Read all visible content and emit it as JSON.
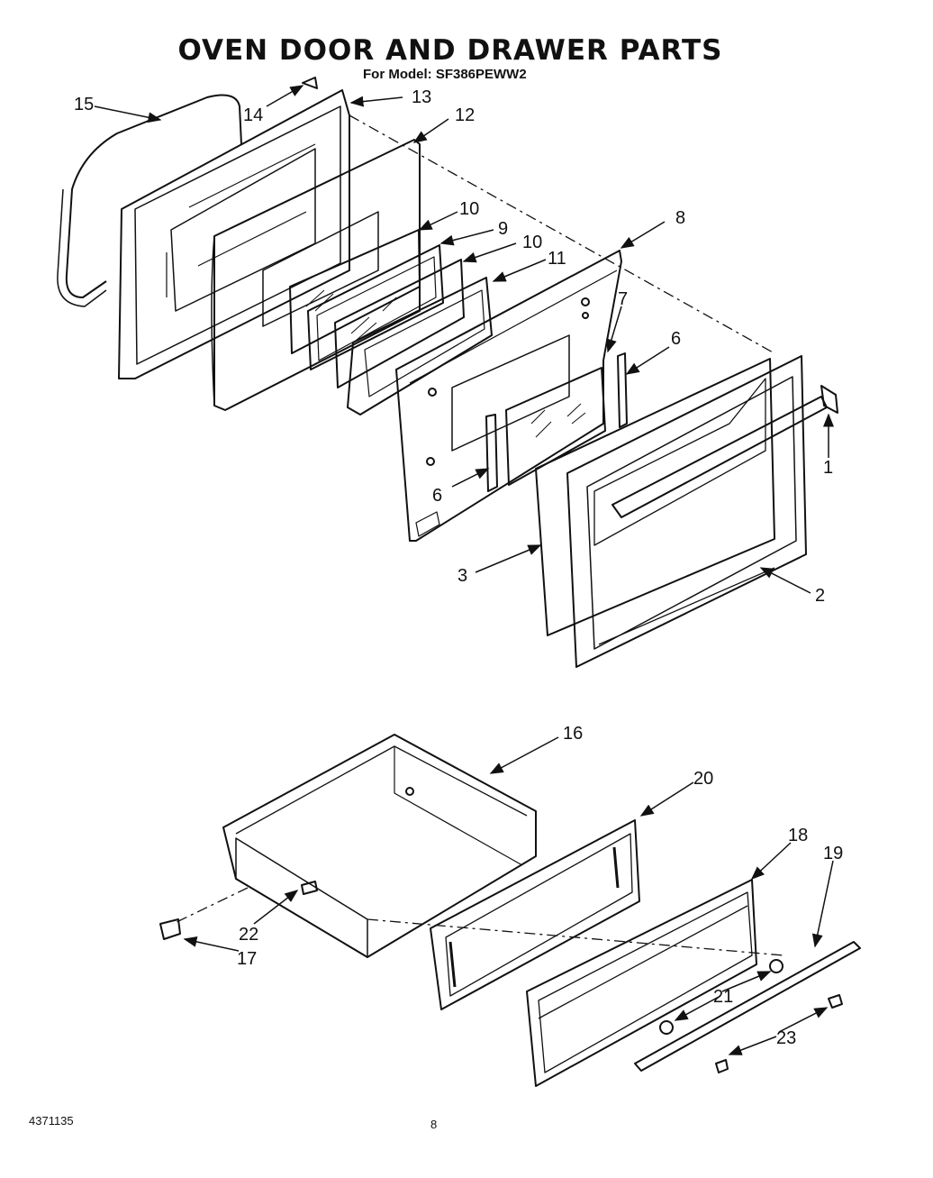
{
  "title": "OVEN DOOR AND DRAWER PARTS",
  "subtitle": "For Model: SF386PEWW2",
  "document_number": "4371135",
  "page_number": "8",
  "callouts": {
    "c1": "1",
    "c2": "2",
    "c3": "3",
    "c6a": "6",
    "c6b": "6",
    "c7": "7",
    "c8": "8",
    "c9": "9",
    "c10a": "10",
    "c10b": "10",
    "c11": "11",
    "c12": "12",
    "c13": "13",
    "c14": "14",
    "c15": "15",
    "c16": "16",
    "c17": "17",
    "c18": "18",
    "c19": "19",
    "c20": "20",
    "c21": "21",
    "c22": "22",
    "c23": "23"
  }
}
